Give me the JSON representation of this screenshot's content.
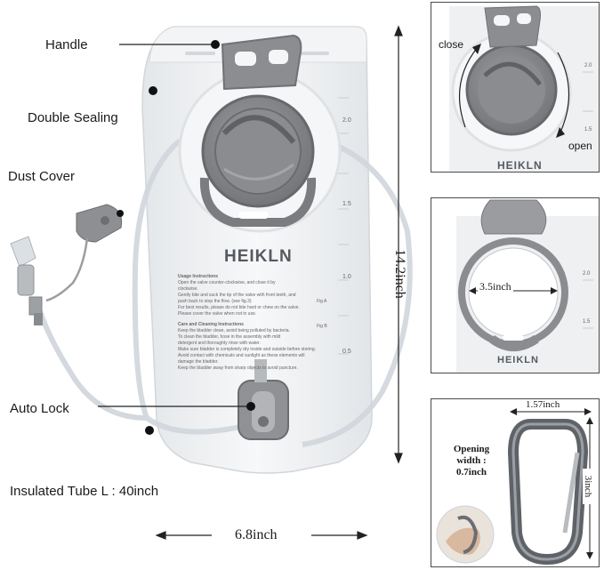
{
  "callouts": {
    "handle": "Handle",
    "double_sealing": "Double Sealing",
    "dust_cover": "Dust Cover",
    "auto_lock": "Auto Lock",
    "insulated_tube": "Insulated Tube L : 40inch"
  },
  "dimensions": {
    "height": "14.2inch",
    "width": "6.8inch"
  },
  "brand": "HEIKLN",
  "bladder_scale": [
    "2.0",
    "1.5",
    "1.0",
    "0.5"
  ],
  "usage_instructions": {
    "heading": "Usage Instructions",
    "lines": [
      "Open the valve counter-clockwise, and close it by",
      "clockwise.",
      "Gently bite and suck the tip of the valve with front teeth, and",
      "push back to stop the flow. (see fig.3)",
      "For best results, please do not bite hard or chew on the valve.",
      "Please cover the valve when not in use."
    ],
    "fig_a": "Fig A",
    "fig_b": "Fig B"
  },
  "care_instructions": {
    "heading": "Care and Cleaning Instructions",
    "lines": [
      "Keep the bladder clean, avoid being polluted by bacteria.",
      "To clean the bladder, hose in the assembly with mild",
      "detergent and thoroughly rinse with water.",
      "Make sure bladder is completely dry inside and outside before storing.",
      "Avoid contact with chemicals and sunlight as these elements will",
      "damage the bladder.",
      "Keep the bladder away from sharp objects to avoid puncture."
    ]
  },
  "panel_cap": {
    "close": "close",
    "open": "open",
    "brand": "HEIKLN",
    "scale": [
      "2.0",
      "1.5"
    ]
  },
  "panel_opening": {
    "diameter": "3.5inch",
    "brand": "HEIKLN",
    "scale": [
      "2.0",
      "1.5"
    ]
  },
  "panel_carabiner": {
    "width": "1.57inch",
    "length": "3inch",
    "opening_label": "Opening width : 0.7inch"
  },
  "colors": {
    "cap_gray": "#7d7f82",
    "bag": "#eef0f2",
    "tube": "#d7dde2"
  }
}
